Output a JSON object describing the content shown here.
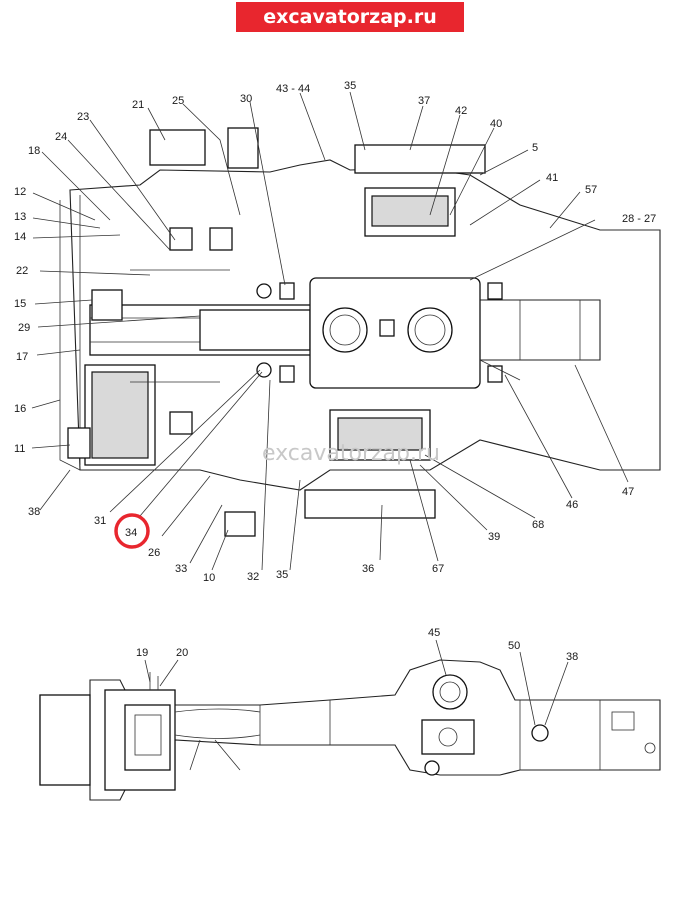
{
  "banner": {
    "text": "excavatorzap.ru",
    "color": "#e8262e"
  },
  "watermark": {
    "text": "excavatorzap.ru"
  },
  "highlight": {
    "label": "34",
    "color": "#e8262e"
  },
  "callouts_top": {
    "c21": "21",
    "c25": "25",
    "c30": "30",
    "c43_44": "43 - 44",
    "c35a": "35",
    "c37": "37",
    "c42": "42",
    "c40": "40",
    "c5": "5",
    "c41": "41",
    "c57": "57",
    "c23": "23",
    "c24": "24",
    "c18": "18",
    "c12": "12",
    "c13": "13",
    "c14": "14",
    "c28_27": "28 - 27",
    "c22": "22",
    "c15": "15",
    "c29": "29",
    "c17": "17",
    "c16": "16",
    "c11": "11",
    "c38a": "38",
    "c31": "31",
    "c26": "26",
    "c33": "33",
    "c10": "10",
    "c32": "32",
    "c35b": "35",
    "c36": "36",
    "c67": "67",
    "c39": "39",
    "c68": "68",
    "c46": "46",
    "c47": "47"
  },
  "callouts_bottom": {
    "c19": "19",
    "c20": "20",
    "c45": "45",
    "c50": "50",
    "c38b": "38"
  }
}
